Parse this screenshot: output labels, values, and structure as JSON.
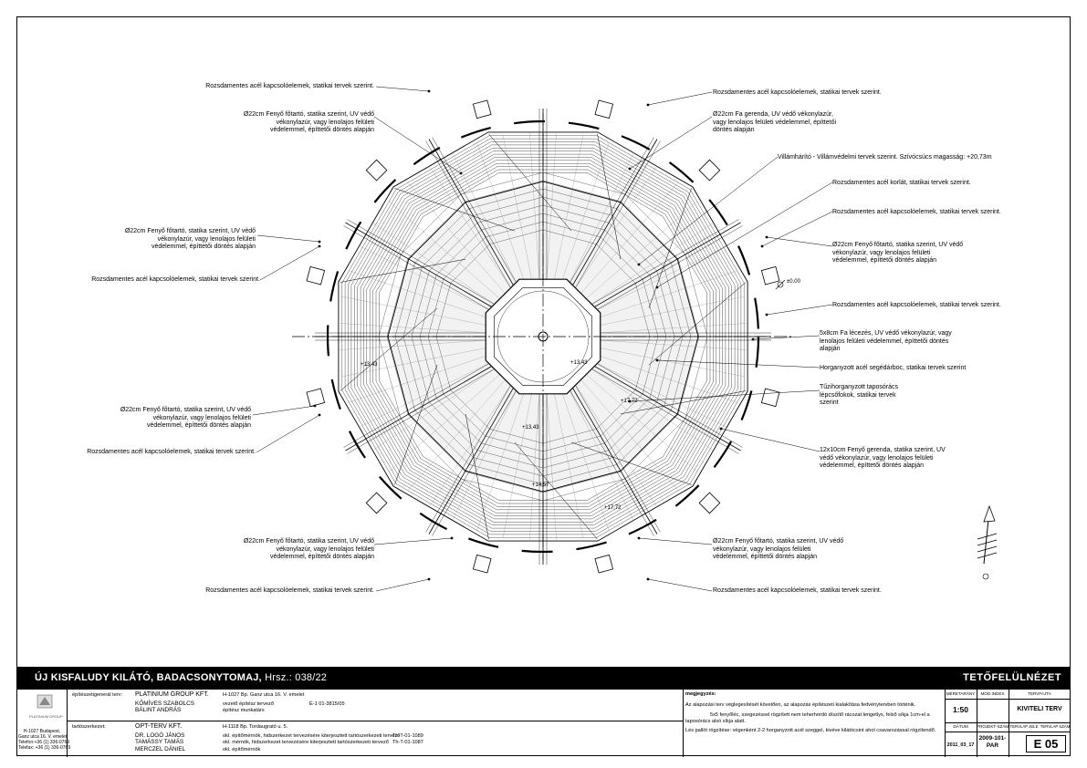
{
  "annotations": {
    "l1": "Rozsdamentes acél kapcsolóelemek, statikai tervek szerint.",
    "l2": "Ø22cm Fenyő főtartó, statika szerint, UV védő\nvékonylazúr, vagy lenolajos felületi\nvédelemmel, építtetői döntés alapján",
    "l3": "Ø22cm Fenyő főtartó, statika szerint, UV védő\nvékonylazúr, vagy lenolajos felületi\nvédelemmel, építtetői döntés alapján",
    "l4": "Rozsdamentes acél kapcsolóelemek, statikai tervek szerint.",
    "l5": "Ø22cm Fenyő főtartó, statika szerint, UV védő\nvékonylazúr, vagy lenolajos felületi\nvédelemmel, építtetői döntés alapján",
    "l6": "Rozsdamentes acél kapcsolóelemek, statikai tervek szerint.",
    "l7": "Ø22cm Fenyő főtartó, statika szerint, UV védő\nvékonylazúr, vagy lenolajos felületi\nvédelemmel, építtetői döntés alapján",
    "l8": "Rozsdamentes acél kapcsolóelemek, statikai tervek szerint.",
    "r1": "Rozsdamentes acél kapcsolóelemek, statikai tervek szerint.",
    "r2": "Ø22cm Fa gerenda, UV védő vékonylazúr,\nvagy lenolajos felületi védelemmel, építtetői\ndöntés alapján",
    "r3": "Villámhárító - Villámvédelmi tervek szerint. Szívócsúcs magasság: +20,73m",
    "r4": "Rozsdamentes acél korlát, statikai tervek szerint.",
    "r5": "Rozsdamentes acél kapcsolóelemek, statikai tervek szerint.",
    "r6": "Ø22cm Fenyő főtartó, statika szerint, UV védő\nvékonylazúr, vagy lenolajos felületi\nvédelemmel, építtetői döntés alapján",
    "r7": "Rozsdamentes acél kapcsolóelemek, statikai tervek szerint.",
    "r8": "5x8cm Fa lécezés, UV védő vékonylazúr, vagy\nlenolajos felületi védelemmel, építtetői döntés\nalapján",
    "r9": "Horganyzott acél segédárboc, statikai tervek szerint",
    "r10": "Tűzihorganyzott taposórács\nlépcsőfokok, statikai tervek\nszerint",
    "r11": "12x10cm Fenyő gerenda, statika szerint, UV\nvédő vékonylazúr, vagy lenolajos felületi\nvédelemmel, építtetői döntés alapján",
    "r12": "Ø22cm Fenyő főtartó, statika szerint, UV védő\nvékonylazúr, vagy lenolajos felületi\nvédelemmel, építtetői döntés alapján",
    "r13": "Rozsdamentes acél kapcsolóelemek, statikai tervek szerint."
  },
  "levels": {
    "zero": "±0,00",
    "a": "+13,43",
    "b": "+13,43",
    "c": "+13,43",
    "d": "+17,72",
    "e": "+17,72",
    "f": "+14,57"
  },
  "title": {
    "project": "ÚJ KISFALUDY KILÁTÓ, BADACSONYTOMAJ,",
    "hrsz": "Hrsz.: 038/22",
    "sheet": "TETŐFELÜLNÉZET"
  },
  "logo": {
    "name": "PLATINIUM GROUP",
    "address": "H-1027 Budapest,\nGanz utca 16. V. emelet\nTelefon:+36 (1) 336-0769\nTelefax: +36 (1) 336-0769"
  },
  "parties": {
    "designer_label": "építészetigenerál terv:",
    "designer_company": "PLATINIUM GROUP KFT.",
    "designer_address": "H-1027 Bp. Ganz utca 16. V. emelet",
    "designer_people": "KŐMÍVES SZABOLCS\nBÁLINT ANDRÁS",
    "designer_roles": "vezető építész tervező\népítész munkatárs",
    "designer_reg": "É-1 01-3815/05",
    "structural_label": "tartószerkezet:",
    "structural_company": "OPT-TERV KFT.",
    "structural_address": "H-1118 Bp. Tordaugrató u. 5.",
    "structural_people": "DR. LOGÓ JÁNOS\nTAMÁSSY TAMÁS\nMERCZEL DÁNIEL",
    "structural_roles": "okl. építőmérnök, hidszerkezet tervezésére kiterjesztett tartószerkezeti tervező\nokl. mérnök, hidszerkezet tervezésére kiterjesztett tartószerkezeti tervező\nokl. építőmérnök",
    "structural_regs": "Th-T-01-1089\nTh-T-01-1087"
  },
  "notes": {
    "label": "megjegyzés:",
    "line1": "Az alapozási terv végleges­ítését követően, az alapozás építészeti kialakítása fedvénytervben történik.",
    "line2": "5x5 fenyőléc, szegezéssel rögzített nem teherhordó díszítő rácozat lengetlys, felső síkja 1cm-el a",
    "line3": "taposórács alsó síkja alatt.",
    "line4": "Lés pallót rögzítése: végenként 2-2 horganyzott acél szeggel, kivéve kilátócsint ahol csavarozással rögzítendő."
  },
  "meta": {
    "scale_label": "MÉRETARÁNY",
    "scale": "1:50",
    "mod_label": "MÓD.INDEX",
    "type_label": "TERVFAJTA",
    "type": "KIVITELI TERV",
    "date_label": "DÁTUM",
    "date": "2011_03_17",
    "proj_label": "PROJEKT-SZÁM",
    "proj": "2009-101-\nPAR",
    "sign_label": "TERVLAP JELE",
    "num_label": "TERVLAP SZÁM",
    "num": "E 05"
  }
}
